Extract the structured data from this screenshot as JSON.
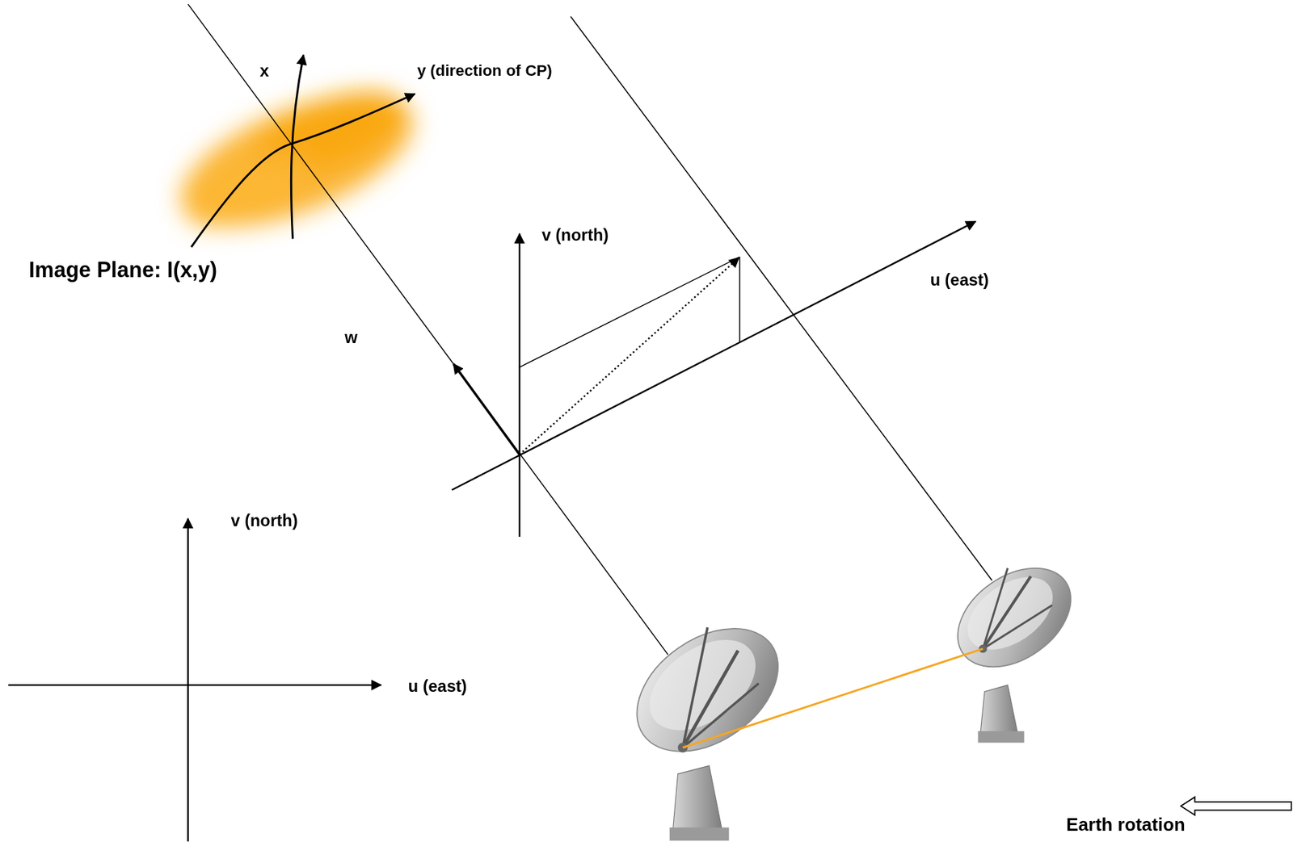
{
  "diagram": {
    "labels": [
      "x",
      "y (direction of CP)",
      "Image Plane: I(x,y)",
      "v (north)",
      "u (east)",
      "w",
      "v (north)",
      "u (east)",
      "Earth rotation"
    ]
  }
}
